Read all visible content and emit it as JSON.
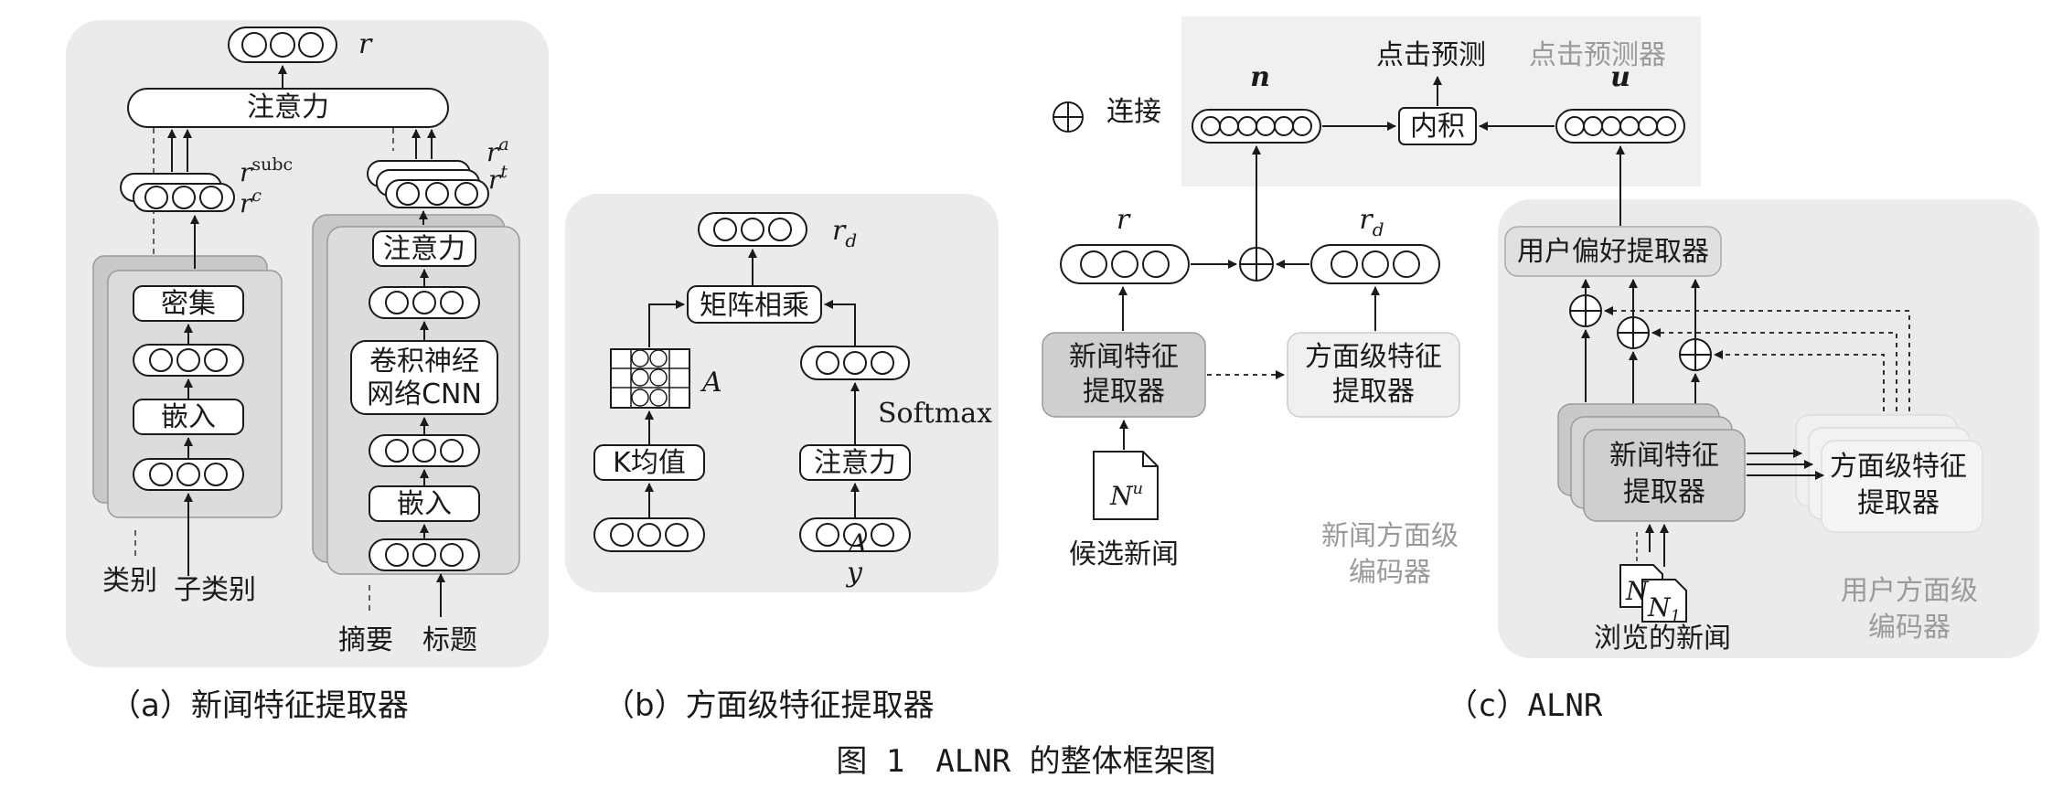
{
  "panel_a": {
    "top_vector_label": "r",
    "attention_label": "注意力",
    "r_subc_base": "r",
    "r_subc_sup": "subc",
    "r_c_base": "r",
    "r_c_sup": "c",
    "r_a_base": "r",
    "r_a_sup": "a",
    "r_t_base": "r",
    "r_t_sup": "t",
    "dense_label": "密集",
    "embed_left_label": "嵌入",
    "category_label": "类别",
    "subcategory_label": "子类别",
    "attention_right_label": "注意力",
    "cnn_line1": "卷积神经",
    "cnn_line2": "网络CNN",
    "embed_right_label": "嵌入",
    "abstract_label": "摘要",
    "title_label": "标题",
    "caption": "（a）新闻特征提取器"
  },
  "panel_b": {
    "top_vector_label_base": "r",
    "top_vector_label_sub": "d",
    "matmul_label": "矩阵相乘",
    "matrix_label": "A",
    "kmeans_label": "K均值",
    "attention_label": "注意力",
    "softmax_label": "Softmax",
    "overlay_label": "A",
    "input_label": "y",
    "caption": "（b）方面级特征提取器"
  },
  "panel_c": {
    "concat_symbol": "⊕",
    "concat_label": "连接",
    "n_label": "n",
    "click_predict_label": "点击预测",
    "click_predictor_label": "点击预测器",
    "inner_product_label": "内积",
    "u_label": "u",
    "r_label": "r",
    "rd_base": "r",
    "rd_sub": "d",
    "news_extractor_line1": "新闻特征",
    "news_extractor_line2": "提取器",
    "aspect_extractor_line1": "方面级特征",
    "aspect_extractor_line2": "提取器",
    "candidate_doc_base": "N",
    "candidate_doc_sup": "u",
    "candidate_news_label": "候选新闻",
    "news_aspect_encoder_line1": "新闻方面级",
    "news_aspect_encoder_line2": "编码器",
    "user_pref_label": "用户偏好提取器",
    "user_news_extractor_line1": "新闻特征",
    "user_news_extractor_line2": "提取器",
    "user_aspect_extractor_line1": "方面级特征",
    "user_aspect_extractor_line2": "提取器",
    "browsed_doc_back": "N",
    "browsed_doc_front_base": "N",
    "browsed_doc_front_sub": "1",
    "browsed_news_label": "浏览的新闻",
    "user_aspect_encoder_line1": "用户方面级",
    "user_aspect_encoder_line2": "编码器",
    "caption": "（c）ALNR"
  },
  "figure_caption": "图 1　ALNR 的整体框架图"
}
